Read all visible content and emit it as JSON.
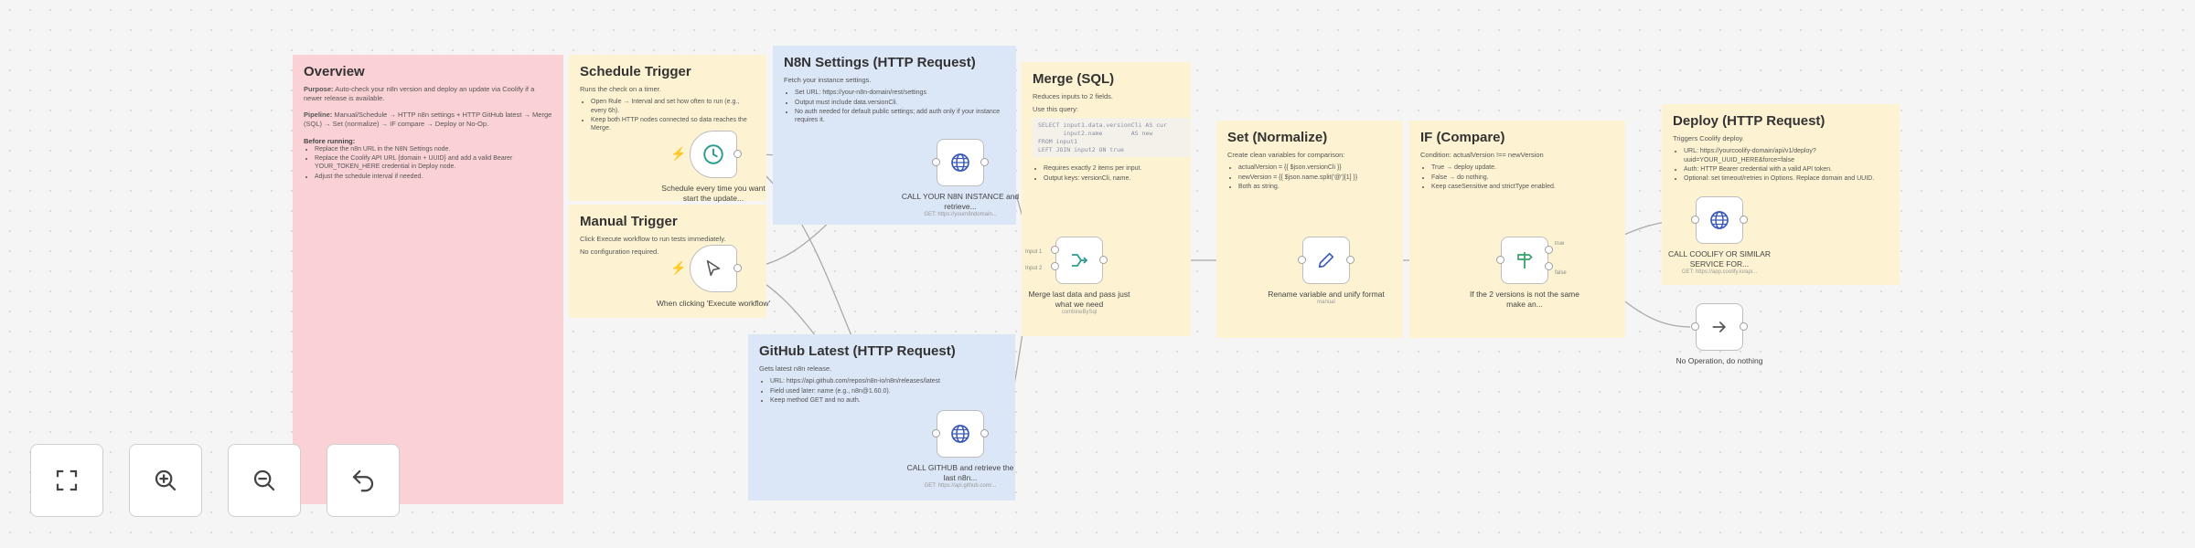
{
  "notes": {
    "overview": {
      "title": "Overview",
      "purpose_label": "Purpose:",
      "purpose_text": "Auto-check your n8n version and deploy an update via Coolify if a newer release is available.",
      "pipeline_label": "Pipeline:",
      "pipeline_text": "Manual/Schedule → HTTP n8n settings + HTTP GitHub latest → Merge (SQL) → Set (normalize) → IF compare → Deploy or No-Op.",
      "before_label": "Before running:",
      "before_items": [
        "Replace the n8n URL in the N8N Settings node.",
        "Replace the Coolify API URL {domain + UUID} and add a valid Bearer YOUR_TOKEN_HERE credential in Deploy node.",
        "Adjust the schedule interval if needed."
      ]
    },
    "schedule": {
      "title": "Schedule Trigger",
      "desc": "Runs the check on a timer.",
      "items": [
        "Open Rule → Interval and set how often to run (e.g., every 6h).",
        "Keep both HTTP nodes connected so data reaches the Merge."
      ]
    },
    "manual": {
      "title": "Manual Trigger",
      "desc1": "Click Execute workflow to run tests immediately.",
      "desc2": "No configuration required."
    },
    "n8n": {
      "title": "N8N Settings (HTTP Request)",
      "desc": "Fetch your instance settings.",
      "items": [
        "Set URL: https://your-n8n-domain/rest/settings",
        "Output must include data.versionCli.",
        "No auth needed for default public settings; add auth only if your instance requires it."
      ]
    },
    "github": {
      "title": "GitHub Latest (HTTP Request)",
      "desc": "Gets latest n8n release.",
      "items": [
        "URL: https://api.github.com/repos/n8n-io/n8n/releases/latest",
        "Field used later: name (e.g., n8n@1.60.0).",
        "Keep method GET and no auth."
      ]
    },
    "merge": {
      "title": "Merge (SQL)",
      "desc1": "Reduces inputs to 2 fields.",
      "desc2": "Use this query:",
      "code": "SELECT input1.data.versionCli AS cur\n       input2.name        AS new\nFROM input1\nLEFT JOIN input2 ON true",
      "items": [
        "Requires exactly 2 items per input.",
        "Output keys: versionCli, name."
      ]
    },
    "set": {
      "title": "Set (Normalize)",
      "desc": "Create clean variables for comparison:",
      "items": [
        "actualVersion = {{ $json.versionCli }}",
        "newVersion = {{ $json.name.split('@')[1] }}",
        "Both as string."
      ]
    },
    "if": {
      "title": "IF (Compare)",
      "desc": "Condition: actualVersion !== newVersion",
      "items": [
        "True → deploy update.",
        "False → do nothing.",
        "Keep caseSensitive and strictType enabled."
      ]
    },
    "deploy": {
      "title": "Deploy (HTTP Request)",
      "desc": "Triggers Coolify deploy.",
      "items": [
        "URL: https://yourcoolify-domain/api/v1/deploy?uuid=YOUR_UUID_HERE&force=false",
        "Auth: HTTP Bearer credential with a valid API token.",
        "Optional: set timeout/retries in Options. Replace domain and UUID."
      ]
    }
  },
  "nodes": {
    "schedule": {
      "label": "Schedule every time you want start the update..."
    },
    "manual": {
      "label": "When clicking 'Execute workflow'"
    },
    "n8n": {
      "label": "CALL YOUR N8N INSTANCE and retrieve...",
      "sub": "GET: https://yourn8ndomain..."
    },
    "github": {
      "label": "CALL GITHUB and retrieve the last n8n...",
      "sub": "GET: https://api.github.com/..."
    },
    "merge": {
      "label": "Merge last data and pass just what we need",
      "sub": "combineBySql",
      "input1": "Input 1",
      "input2": "Input 2"
    },
    "set": {
      "label": "Rename variable and unify format",
      "sub": "manual"
    },
    "if": {
      "label": "If the 2 versions is not the same make an...",
      "true": "true",
      "false": "false"
    },
    "deploy": {
      "label": "CALL COOLIFY OR SIMILAR SERVICE FOR...",
      "sub": "GET: https://app.coolify.io/api..."
    },
    "noop": {
      "label": "No Operation, do nothing"
    }
  },
  "controls": {
    "fit": "fit-view-icon",
    "zoom_in": "zoom-in-icon",
    "zoom_out": "zoom-out-icon",
    "reset": "undo-icon"
  },
  "colors": {
    "accent": "#ff6d5a",
    "sticky_red": "#fad2d6",
    "sticky_yellow": "#fdf3d2",
    "sticky_blue": "#dbe6f7",
    "node_icon_blue": "#3b5ab8",
    "node_icon_teal": "#2a9d8f",
    "node_icon_green": "#35a46b"
  }
}
